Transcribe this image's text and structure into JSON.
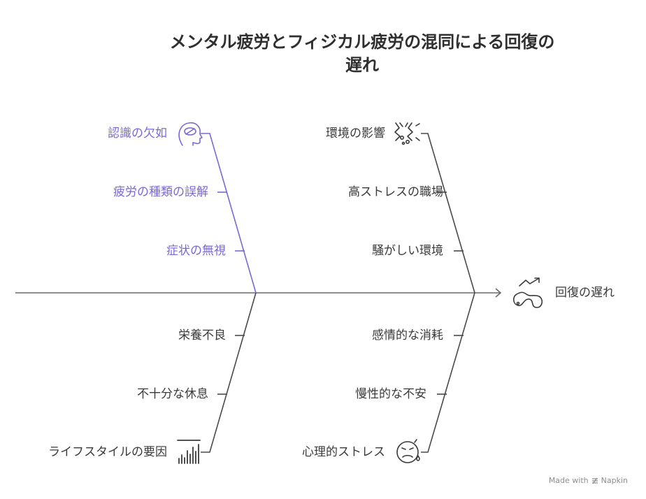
{
  "title": {
    "line1": "メンタル疲労とフィジカル疲労の混同による回復の",
    "line2": "遅れ"
  },
  "effect": {
    "label": "回復の遅れ",
    "icon": "zigzag-path-icon"
  },
  "colors": {
    "accent": "#7b68d6",
    "line": "#4a4a4a",
    "text": "#3a3a3a"
  },
  "categories": [
    {
      "id": "cognition",
      "label": "認識の欠如",
      "icon": "head-mind-icon",
      "highlighted": true,
      "causes": [
        "疲労の種類の誤解",
        "症状の無視"
      ]
    },
    {
      "id": "environment",
      "label": "環境の影響",
      "icon": "noise-burst-icon",
      "highlighted": false,
      "causes": [
        "高ストレスの職場",
        "騒がしい環境"
      ]
    },
    {
      "id": "lifestyle",
      "label": "ライフスタイルの要因",
      "icon": "bar-chart-icon",
      "highlighted": false,
      "causes": [
        "栄養不良",
        "不十分な休息"
      ]
    },
    {
      "id": "psychology",
      "label": "心理的ストレス",
      "icon": "stressed-face-icon",
      "highlighted": false,
      "causes": [
        "感情的な消耗",
        "慢性的な不安"
      ]
    }
  ],
  "watermark": {
    "prefix": "Made with",
    "brand": "Napkin"
  }
}
